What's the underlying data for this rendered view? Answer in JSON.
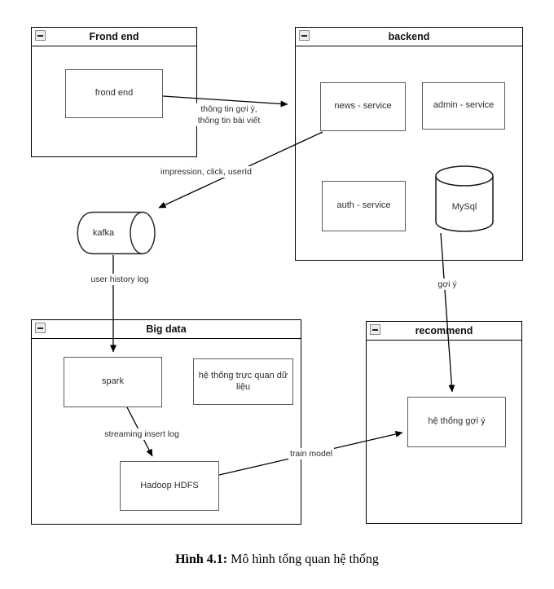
{
  "diagram": {
    "packages": {
      "frontend": {
        "title": "Frond end"
      },
      "backend": {
        "title": "backend"
      },
      "bigdata": {
        "title": "Big data"
      },
      "recommend": {
        "title": "recommend"
      }
    },
    "nodes": {
      "frond_end": {
        "label": "frond end"
      },
      "news_service": {
        "label": "news - service"
      },
      "admin_service": {
        "label": "admin - service"
      },
      "auth_service": {
        "label": "auth - service"
      },
      "mysql": {
        "label": "MySql"
      },
      "kafka": {
        "label": "kafka"
      },
      "spark": {
        "label": "spark"
      },
      "visualization": {
        "label": "hệ thống trực quan dữ liệu"
      },
      "hadoop": {
        "label": "Hadoop HDFS"
      },
      "recommender": {
        "label": "hệ thống gợi ý"
      }
    },
    "edge_labels": {
      "frontend_to_backend": "thông tin gợi ý,\nthông tin bài viết",
      "backend_to_kafka": "impression, click, userId",
      "kafka_to_spark": "user history log",
      "mysql_to_recommender": "gợi ý",
      "spark_to_hadoop": "streaming insert log",
      "hadoop_to_recommender": "train model"
    },
    "colors": {
      "line": "#000000",
      "package_border": "#000000",
      "node_border": "#5c5c5c",
      "text": "#2d2d2d"
    }
  },
  "caption": {
    "prefix": "Hình 4.1:",
    "text": " Mô hình tổng quan hệ thống"
  }
}
